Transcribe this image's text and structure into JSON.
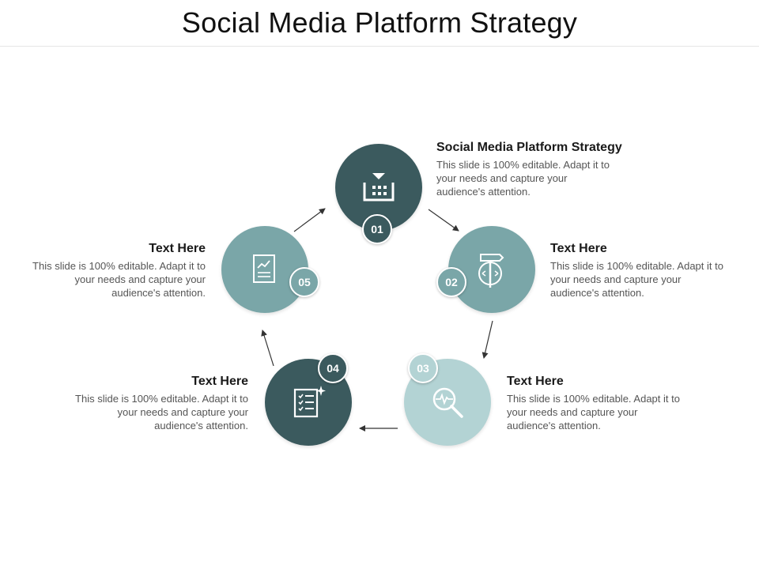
{
  "title": "Social Media Platform Strategy",
  "colors": {
    "dark": "#3b5a5e",
    "medium": "#7aa6a8",
    "light": "#b3d3d4"
  },
  "steps": [
    {
      "number": "01",
      "heading": "Social Media Platform Strategy",
      "body": "This slide is 100% editable. Adapt it to your needs and capture your audience's attention.",
      "icon": "factory-icon"
    },
    {
      "number": "02",
      "heading": "Text Here",
      "body": "This slide is 100% editable. Adapt it to your needs and capture your audience's attention.",
      "icon": "signpost-icon"
    },
    {
      "number": "03",
      "heading": "Text Here",
      "body": "This slide is 100% editable. Adapt it to your needs and capture your audience's attention.",
      "icon": "magnifier-pulse-icon"
    },
    {
      "number": "04",
      "heading": "Text Here",
      "body": "This slide is 100% editable. Adapt it to your needs and capture your audience's attention.",
      "icon": "checklist-icon"
    },
    {
      "number": "05",
      "heading": "Text Here",
      "body": "This slide is 100% editable. Adapt it to your needs and capture your audience's attention.",
      "icon": "chart-document-icon"
    }
  ]
}
